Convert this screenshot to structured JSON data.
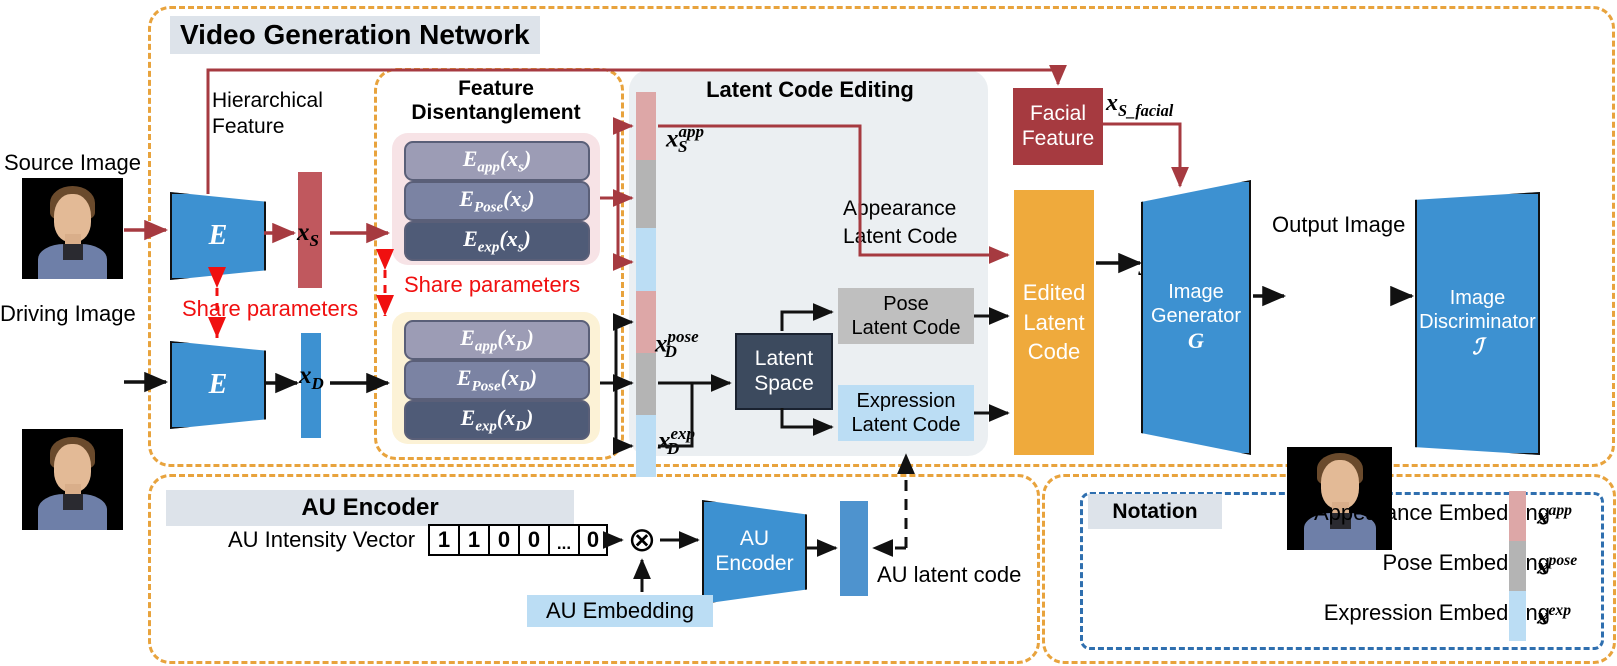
{
  "figure": {
    "groups": {
      "video_generation_network": "Video Generation Network",
      "feature_disentanglement_line1": "Feature",
      "feature_disentanglement_line2": "Disentanglement",
      "latent_code_editing": "Latent Code Editing",
      "au_encoder": "AU Encoder",
      "notation": "Notation"
    },
    "inputs": {
      "source_image_label": "Source Image",
      "driving_image_label": "Driving Image",
      "output_image_label": "Output Image"
    },
    "encoders": {
      "source_encoder": "E",
      "driving_encoder": "E",
      "share_parameters_left": "Share parameters",
      "share_parameters_right": "Share parameters",
      "hierarchical_feature_line1": "Hierarchical",
      "hierarchical_feature_line2": "Feature"
    },
    "feature_vectors": {
      "x_s": "x_S",
      "x_d": "x_D"
    },
    "disentangle_source": [
      {
        "label": "E_app(x_s)",
        "base": "E",
        "sub": "app",
        "arg": "(x",
        "argsub": "s",
        "argend": ")",
        "shade": "light"
      },
      {
        "label": "E_Pose(x_s)",
        "base": "E",
        "sub": "Pose",
        "arg": "(x",
        "argsub": "s",
        "argend": ")",
        "shade": "mid"
      },
      {
        "label": "E_exp(x_s)",
        "base": "E",
        "sub": "exp",
        "arg": "(x",
        "argsub": "s",
        "argend": ")",
        "shade": "dark"
      }
    ],
    "disentangle_driving": [
      {
        "label": "E_app(x_D)",
        "base": "E",
        "sub": "app",
        "arg": "(x",
        "argsub": "D",
        "argend": ")",
        "shade": "light"
      },
      {
        "label": "E_Pose(x_D)",
        "base": "E",
        "sub": "Pose",
        "arg": "(x",
        "argsub": "D",
        "argend": ")",
        "shade": "mid"
      },
      {
        "label": "E_exp(x_D)",
        "base": "E",
        "sub": "exp",
        "arg": "(x",
        "argsub": "D",
        "argend": ")",
        "shade": "dark"
      }
    ],
    "latent_editing": {
      "x_s_app": "x_S^app",
      "x_d_pose": "x_D^pose",
      "x_d_exp": "x_D^exp",
      "appearance_latent_code_line1": "Appearance",
      "appearance_latent_code_line2": "Latent Code",
      "latent_space_line1": "Latent",
      "latent_space_line2": "Space",
      "pose_latent_code_line1": "Pose",
      "pose_latent_code_line2": "Latent Code",
      "expression_latent_code_line1": "Expression",
      "expression_latent_code_line2": "Latent Code",
      "edited_latent_code_line1": "Edited",
      "edited_latent_code_line2": "Latent",
      "edited_latent_code_line3": "Code"
    },
    "generation": {
      "facial_feature_line1": "Facial",
      "facial_feature_line2": "Feature",
      "x_s_facial": "x_S_facial",
      "y_symbol": "y",
      "image_generator_line1": "Image",
      "image_generator_line2": "Generator",
      "image_generator_symbol": "G",
      "image_discriminator_line1": "Image",
      "image_discriminator_line2": "Discriminator",
      "image_discriminator_symbol": "ℐ"
    },
    "au_encoder": {
      "au_intensity_vector_label": "AU Intensity Vector",
      "au_intensity_values": [
        "1",
        "1",
        "0",
        "0",
        "...",
        "0"
      ],
      "multiply_symbol": "⊗",
      "au_embedding_label": "AU Embedding",
      "au_encoder_line1": "AU",
      "au_encoder_line2": "Encoder",
      "au_latent_code_label": "AU latent code"
    },
    "notation": [
      {
        "name": "Appearance Embedding",
        "symbol": "x^app",
        "color": "#DDA7A7"
      },
      {
        "name": "Pose Embedding",
        "symbol": "x^pose",
        "color": "#B4B4B4"
      },
      {
        "name": "Expression Embedding",
        "symbol": "x^exp",
        "color": "#BBDDF4"
      }
    ],
    "colors": {
      "group_frame_orange": "#E8A33D",
      "notation_frame_blue": "#2F6FAF",
      "source_path_red": "#A63A40",
      "driving_path_black": "#111111",
      "encoder_blue": "#3D91D1",
      "edited_latent_orange": "#EFAA3C",
      "latent_space_navy": "#3C4A5E",
      "appearance_pink": "#DDA7A7",
      "pose_gray": "#B4B4B4",
      "expression_blue": "#BBDDF4",
      "chip_gray": "#DDE3EA",
      "panel_latent_gray": "#EBEFF2",
      "panel_pink": "#F7E3E6",
      "panel_cream": "#FCF2D6"
    }
  }
}
